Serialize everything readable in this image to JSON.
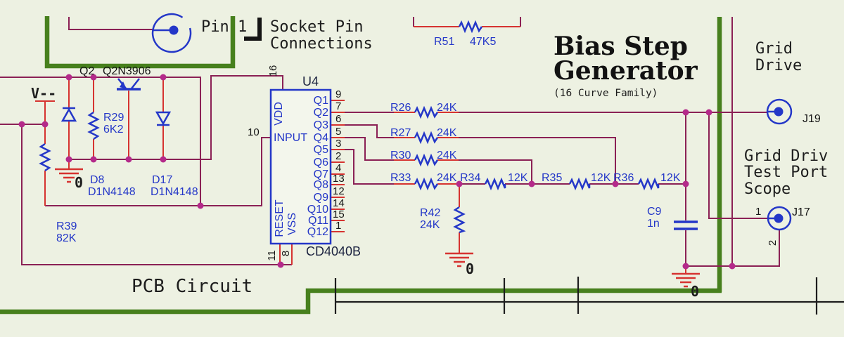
{
  "colors": {
    "paper": "#edf1e2",
    "net_wire": "#8b2155",
    "component_lead": "#d63330",
    "component_blue": "#2437c8",
    "junction": "#b42a8a",
    "border_green": "#47801d",
    "sheet_black": "#1d1d1d"
  },
  "header": {
    "pin_word": "Pin",
    "pin_num": "1",
    "socket1": "Socket Pin",
    "socket2": "Connections"
  },
  "title": {
    "line1": "Bias Step",
    "line2": "Generator",
    "subtitle": "(16 Curve Family)"
  },
  "right": {
    "grid1": "Grid",
    "grid2": "Drive",
    "tp1": "Grid Driv",
    "tp2": "Test Port",
    "tp3": "Scope"
  },
  "bottom": {
    "pcb": "PCB Circuit"
  },
  "misc": {
    "zero": "0",
    "v_supply": "V--"
  },
  "parts": {
    "r51_ref": "R51",
    "r51_val": "47K5",
    "q2_ref": "Q2",
    "q2_val": "Q2N3906",
    "r29_ref": "R29",
    "r29_val": "6K2",
    "d8_ref": "D8",
    "d8_val": "D1N4148",
    "d17_ref": "D17",
    "d17_val": "D1N4148",
    "r39_ref": "R39",
    "r39_val": "82K",
    "r26_ref": "R26",
    "r26_val": "24K",
    "r27_ref": "R27",
    "r27_val": "24K",
    "r30_ref": "R30",
    "r30_val": "24K",
    "r33_ref": "R33",
    "r33_val": "24K",
    "r34_ref": "R34",
    "r34_val": "12K",
    "r35_ref": "R35",
    "r35_val": "12K",
    "r36_ref": "R36",
    "r36_val": "12K",
    "r42_ref": "R42",
    "r42_val": "24K",
    "c9_ref": "C9",
    "c9_val": "1n",
    "j19_ref": "J19",
    "j17_ref": "J17",
    "j17_p1": "1",
    "j17_p2": "2"
  },
  "u4": {
    "ref": "U4",
    "part": "CD4040B",
    "vdd": "VDD",
    "input": "INPUT",
    "reset": "RESET",
    "vss": "VSS",
    "p16": "16",
    "p10": "10",
    "p11": "11",
    "p8": "8",
    "q_names": [
      "Q1",
      "Q2",
      "Q3",
      "Q4",
      "Q5",
      "Q6",
      "Q7",
      "Q8",
      "Q9",
      "Q10",
      "Q11",
      "Q12"
    ],
    "q_pins": [
      "9",
      "7",
      "6",
      "5",
      "3",
      "2",
      "4",
      "13",
      "12",
      "14",
      "15",
      "1"
    ]
  }
}
